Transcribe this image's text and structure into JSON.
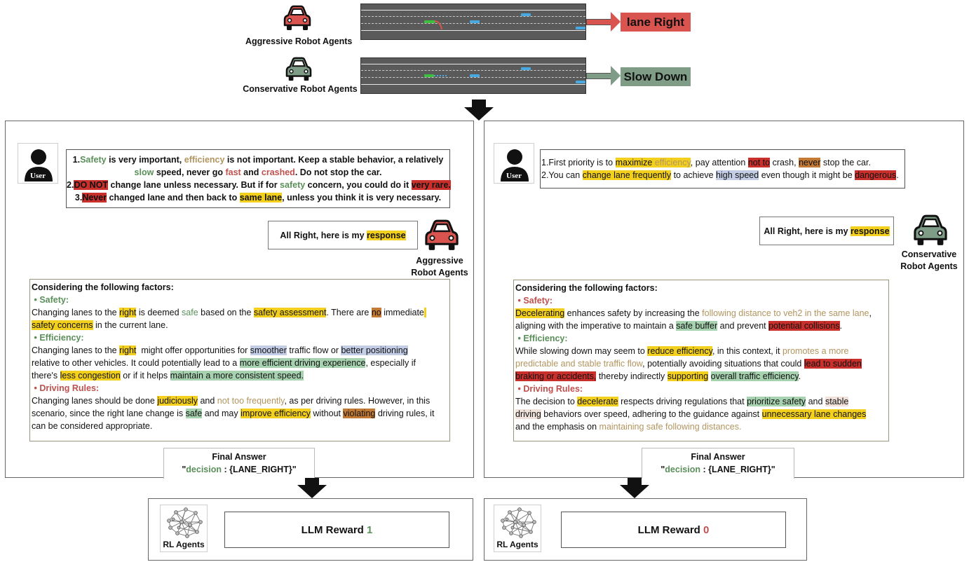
{
  "top": {
    "aggressive_label": "Aggressive Robot Agents",
    "conservative_label": "Conservative Robot Agents",
    "aggressive_action": "lane Right",
    "conservative_action": "Slow Down",
    "aggressive_color": "#d9534f",
    "conservative_color": "#7f9c87"
  },
  "sections": [
    {
      "user_label": "User",
      "prompt_lines": [
        {
          "align": "center",
          "segs": [
            {
              "t": "1."
            },
            {
              "t": "Safety",
              "c": "gt"
            },
            {
              "t": " is very important, "
            },
            {
              "t": "efficiency",
              "c": "ot"
            },
            {
              "t": " is not important. Keep a stable behavior, a relatively"
            }
          ]
        },
        {
          "align": "center",
          "segs": [
            {
              "t": "slow",
              "c": "gt"
            },
            {
              "t": " speed, never go "
            },
            {
              "t": "fast",
              "c": "rt"
            },
            {
              "t": " and "
            },
            {
              "t": "crashed",
              "c": "rt"
            },
            {
              "t": ". Do not stop the car."
            }
          ]
        },
        {
          "align": "center",
          "segs": [
            {
              "t": "2."
            },
            {
              "t": "DO NOT",
              "c": "r"
            },
            {
              "t": " change lane unless necessary. But if for "
            },
            {
              "t": "safety",
              "c": "gt"
            },
            {
              "t": " concern, you could do it "
            },
            {
              "t": "very rare.",
              "c": "r"
            }
          ]
        },
        {
          "align": "center",
          "segs": [
            {
              "t": "3."
            },
            {
              "t": "Never",
              "c": "r"
            },
            {
              "t": " changed lane and then back to "
            },
            {
              "t": "same lane",
              "c": "y"
            },
            {
              "t": ", unless you think it is very necessary."
            }
          ]
        }
      ],
      "response_prefix": "All Right, here is my ",
      "response_word": "response",
      "agent_label_lines": [
        "Aggressive",
        "Robot Agents"
      ],
      "reasoning_rows": [
        {
          "segs": [
            {
              "t": "Considering the following factors:",
              "c": "bold"
            }
          ]
        },
        {
          "segs": [
            {
              "t": " • Safety:",
              "c": "head-g"
            }
          ]
        },
        {
          "segs": [
            {
              "t": "Changing lanes to the "
            },
            {
              "t": "right",
              "c": "y"
            },
            {
              "t": " is deemed "
            },
            {
              "t": "safe",
              "c": "got"
            },
            {
              "t": " based on the "
            },
            {
              "t": "safety assessment",
              "c": "y"
            },
            {
              "t": ". There are "
            },
            {
              "t": "no",
              "c": "o"
            },
            {
              "t": " immediate"
            },
            {
              "t": " ",
              "c": "y"
            }
          ]
        },
        {
          "segs": [
            {
              "t": "safety concerns",
              "c": "y"
            },
            {
              "t": " in the current lane."
            }
          ]
        },
        {
          "segs": [
            {
              "t": " • Efficiency:",
              "c": "head-g"
            }
          ]
        },
        {
          "segs": [
            {
              "t": "Changing lanes to the "
            },
            {
              "t": "right",
              "c": "y"
            },
            {
              "t": "  might offer opportunities for "
            },
            {
              "t": "smoother",
              "c": "b"
            },
            {
              "t": " traffic flow or "
            },
            {
              "t": "better positioning",
              "c": "b"
            }
          ]
        },
        {
          "segs": [
            {
              "t": "relative to other vehicles. It could potentially lead to a "
            },
            {
              "t": "more efficient driving experience",
              "c": "g"
            },
            {
              "t": ", especially if"
            }
          ]
        },
        {
          "segs": [
            {
              "t": "there's "
            },
            {
              "t": "less congestion",
              "c": "y"
            },
            {
              "t": " or if it helps "
            },
            {
              "t": "maintain a more consistent speed.",
              "c": "g"
            }
          ]
        },
        {
          "segs": [
            {
              "t": " • Driving Rules:",
              "c": "head-r"
            }
          ]
        },
        {
          "segs": [
            {
              "t": "Changing lanes should be done "
            },
            {
              "t": "judiciously",
              "c": "y"
            },
            {
              "t": " and "
            },
            {
              "t": "not too frequently",
              "c": "ott"
            },
            {
              "t": ", as per driving rules. However, in this"
            }
          ]
        },
        {
          "segs": [
            {
              "t": "scenario, since the right lane change is "
            },
            {
              "t": "safe",
              "c": "g"
            },
            {
              "t": " and may "
            },
            {
              "t": "improve efficiency",
              "c": "y"
            },
            {
              "t": " without "
            },
            {
              "t": "violating",
              "c": "o"
            },
            {
              "t": " driving rules, it"
            }
          ]
        },
        {
          "segs": [
            {
              "t": "can be considered appropriate."
            }
          ]
        }
      ],
      "final_title": "Final Answer",
      "final_key": "decision",
      "final_value": " : {LANE_RIGHT}",
      "rl_label": "RL Agents",
      "reward_label": "LLM Reward ",
      "reward_value": "1",
      "reward_color": "#5a8f5a"
    },
    {
      "user_label": "User",
      "prompt_lines": [
        {
          "align": "left",
          "segs": [
            {
              "t": "1.First priority is to "
            },
            {
              "t": "maximize ",
              "c": "y"
            },
            {
              "t": "efficiency",
              "c": "y ott"
            },
            {
              "t": ", pay attention "
            },
            {
              "t": "not to",
              "c": "r"
            },
            {
              "t": " crash, "
            },
            {
              "t": "never",
              "c": "o"
            },
            {
              "t": " stop the car."
            }
          ]
        },
        {
          "align": "left",
          "segs": [
            {
              "t": "2.You can "
            },
            {
              "t": "change lane frequently",
              "c": "y"
            },
            {
              "t": " to achieve "
            },
            {
              "t": "high speed",
              "c": "b"
            },
            {
              "t": " even though it might be "
            },
            {
              "t": "dangerous",
              "c": "r"
            },
            {
              "t": "."
            }
          ]
        }
      ],
      "response_prefix": "All Right, here is my ",
      "response_word": "response",
      "agent_label_lines": [
        "Conservative",
        "Robot Agents"
      ],
      "reasoning_rows": [
        {
          "segs": [
            {
              "t": "Considering the following factors:",
              "c": "bold"
            }
          ]
        },
        {
          "segs": [
            {
              "t": " • Safety:",
              "c": "head-r"
            }
          ]
        },
        {
          "segs": [
            {
              "t": "Decelerating",
              "c": "y"
            },
            {
              "t": " enhances safety by increasing the "
            },
            {
              "t": "following distance to veh2 in the same lane",
              "c": "ott"
            },
            {
              "t": ","
            }
          ]
        },
        {
          "segs": [
            {
              "t": "aligning with the imperative to maintain a "
            },
            {
              "t": "safe buffer",
              "c": "g"
            },
            {
              "t": " and prevent "
            },
            {
              "t": "potential collisions",
              "c": "r"
            },
            {
              "t": "."
            }
          ]
        },
        {
          "segs": [
            {
              "t": " • Efficiency:",
              "c": "head-g"
            }
          ]
        },
        {
          "segs": [
            {
              "t": "While slowing down may seem to "
            },
            {
              "t": "reduce efficiency",
              "c": "y"
            },
            {
              "t": ", in this context, it "
            },
            {
              "t": "promotes a more",
              "c": "ott"
            }
          ]
        },
        {
          "segs": [
            {
              "t": "predictable and stable traffic flow",
              "c": "ott"
            },
            {
              "t": ", potentially avoiding situations that could "
            },
            {
              "t": "lead to sudden",
              "c": "r"
            }
          ]
        },
        {
          "segs": [
            {
              "t": "braking or accidents,",
              "c": "r"
            },
            {
              "t": " thereby indirectly "
            },
            {
              "t": "supporting",
              "c": "y"
            },
            {
              "t": " "
            },
            {
              "t": "overall traffic efficiency",
              "c": "g"
            },
            {
              "t": "."
            }
          ]
        },
        {
          "segs": [
            {
              "t": " • Driving Rules:",
              "c": "head-r"
            }
          ]
        },
        {
          "segs": [
            {
              "t": "The decision to "
            },
            {
              "t": "decelerate",
              "c": "y"
            },
            {
              "t": " respects driving regulations that "
            },
            {
              "t": "prioritize safety",
              "c": "g"
            },
            {
              "t": " and "
            },
            {
              "t": "stable",
              "c": "p"
            }
          ]
        },
        {
          "segs": [
            {
              "t": "driving",
              "c": "p"
            },
            {
              "t": " behaviors over speed, adhering to the guidance against "
            },
            {
              "t": "unnecessary lane changes",
              "c": "y"
            }
          ]
        },
        {
          "segs": [
            {
              "t": "and the emphasis on "
            },
            {
              "t": "maintaining safe following distances.",
              "c": "ott"
            }
          ]
        }
      ],
      "final_title": "Final Answer",
      "final_key": "decision",
      "final_value": " : {LANE_RIGHT}",
      "rl_label": "RL Agents",
      "reward_label": "LLM Reward ",
      "reward_value": "0",
      "reward_color": "#c0504d"
    }
  ]
}
